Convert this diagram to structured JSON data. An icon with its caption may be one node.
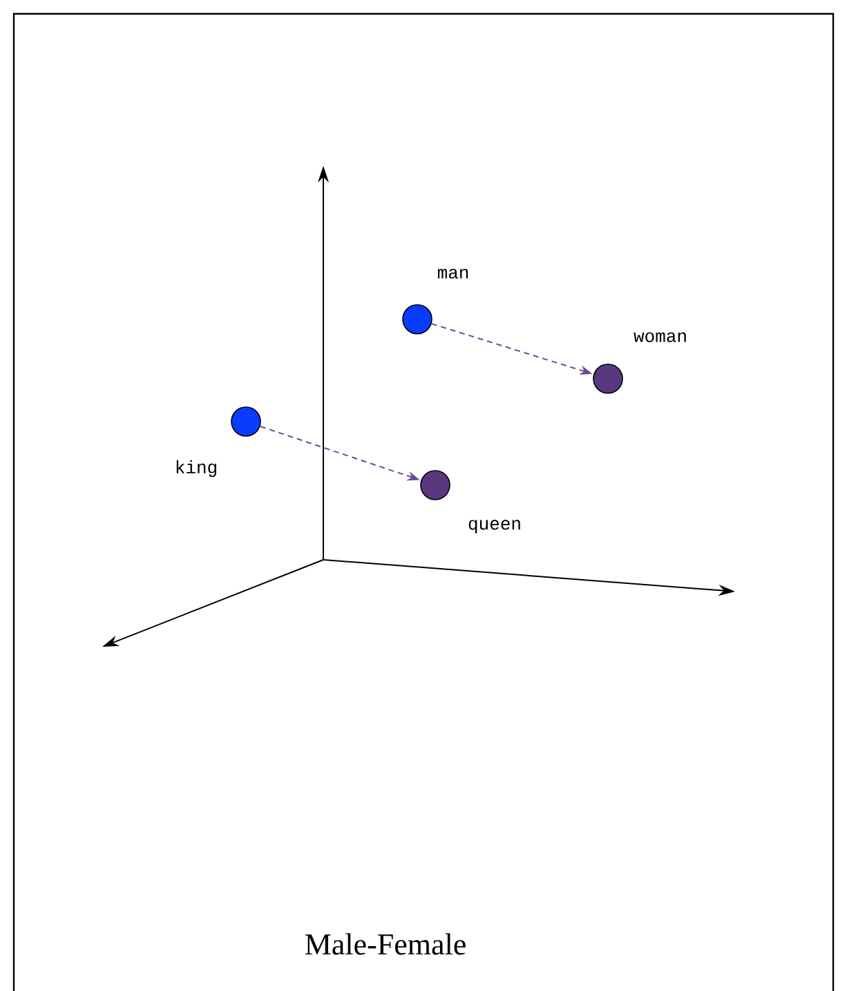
{
  "diagram": {
    "caption": "Male-Female",
    "nodes": [
      {
        "text": [
          "man"
        ]
      },
      {
        "text": [
          "woman"
        ]
      },
      {
        "text": [
          "king"
        ]
      },
      {
        "text": [
          "queen"
        ]
      }
    ],
    "edges": [
      {
        "from": 0,
        "to": 1,
        "arrow": "to",
        "style": "dashed"
      },
      {
        "from": 2,
        "to": 3,
        "arrow": "to",
        "style": "dashed"
      }
    ]
  }
}
